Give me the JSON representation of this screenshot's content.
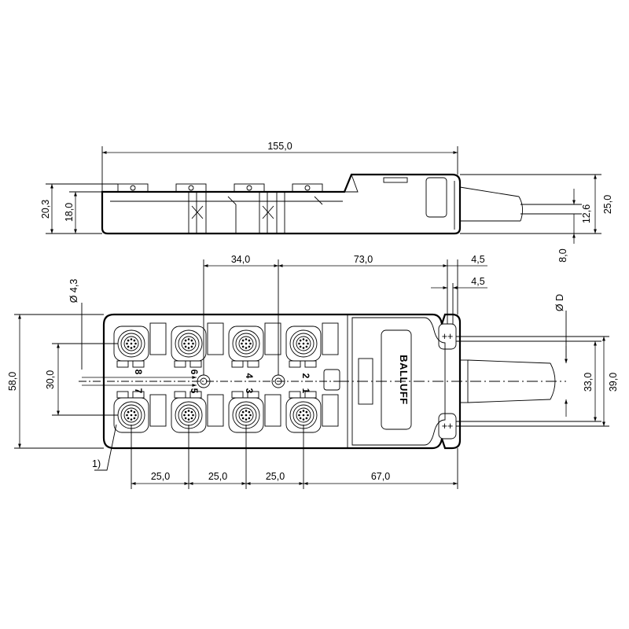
{
  "dimensions": {
    "top_length": "155,0",
    "total_height": "20,3",
    "body_height": "18,0",
    "cable_height": "25,0",
    "cable_offset_a": "12,6",
    "cable_offset_b": "8,0",
    "port_spacing_34": "34,0",
    "port_spacing_73": "73,0",
    "hole_offset_1": "4,5",
    "hole_offset_2": "4,5",
    "hole_diameter": "Ø 4,3",
    "cable_diameter": "Ø D",
    "total_width": "58,0",
    "row_spacing": "30,0",
    "mount_spacing_33": "33,0",
    "mount_spacing_39": "39,0",
    "pitch_1": "25,0",
    "pitch_2": "25,0",
    "pitch_3": "25,0",
    "rear_length": "67,0"
  },
  "labels": {
    "brand": "BALLUFF",
    "note_ref": "1)",
    "pin_1": "1",
    "pin_2": "2",
    "pin_3": "3",
    "pin_4": "4",
    "pin_5": "5",
    "pin_6": "6",
    "pin_7": "7",
    "pin_8": "8",
    "plus_marks": "++"
  }
}
